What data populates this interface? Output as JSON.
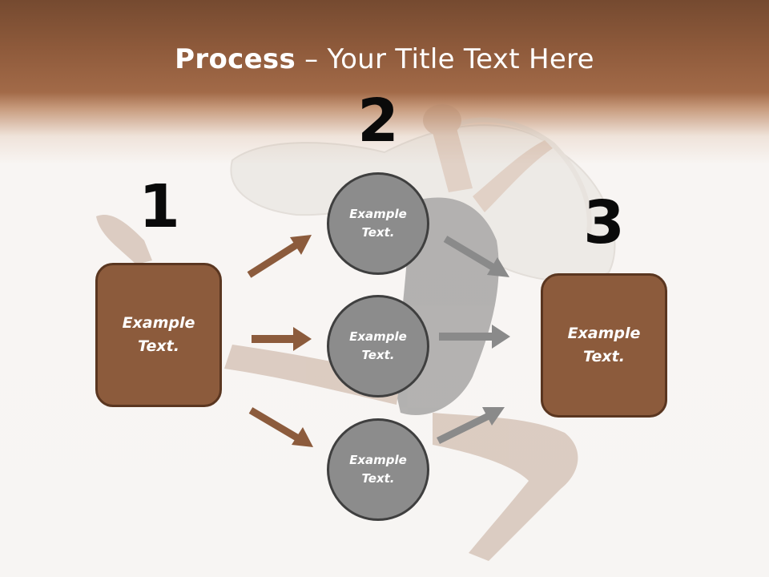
{
  "title": {
    "strong": "Process",
    "rest": " – Your Title Text Here"
  },
  "steps": {
    "one": {
      "number": "1",
      "box_text": "Example Text."
    },
    "two": {
      "number": "2",
      "circles": [
        "Example Text.",
        "Example Text.",
        "Example Text."
      ]
    },
    "three": {
      "number": "3",
      "box_text": "Example Text."
    }
  },
  "colors": {
    "header_brown": "#8e5a3b",
    "box_fill": "#8c5b3c",
    "box_border": "#5a3620",
    "circle_fill": "#8c8c8c",
    "circle_border": "#3f3f3f",
    "arrow_brown": "#8c5b3c",
    "arrow_gray": "#8a8a8a"
  },
  "background": {
    "subject": "jumping dancer in black leotard with white fabric"
  }
}
